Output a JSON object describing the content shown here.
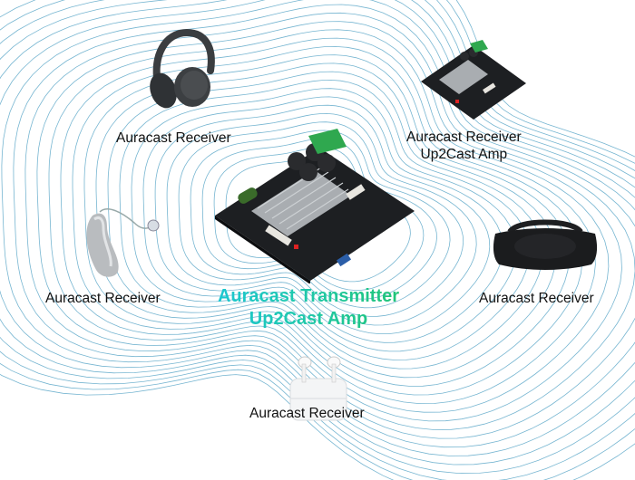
{
  "diagram": {
    "center": {
      "device": "amplifier-board",
      "title_line1": "Auracast Transmitter",
      "title_line2": "Up2Cast Amp",
      "gradient": [
        "#18c6e8",
        "#22c25a"
      ]
    },
    "receivers": [
      {
        "id": "headphones",
        "label_line1": "Auracast Receiver"
      },
      {
        "id": "receiver-amp",
        "label_line1": "Auracast Receiver",
        "label_line2": "Up2Cast Amp"
      },
      {
        "id": "hearing-aid",
        "label_line1": "Auracast Receiver"
      },
      {
        "id": "speaker",
        "label_line1": "Auracast Receiver"
      },
      {
        "id": "earbuds",
        "label_line1": "Auracast Receiver"
      }
    ],
    "wave_color": "#5fa9c9"
  }
}
